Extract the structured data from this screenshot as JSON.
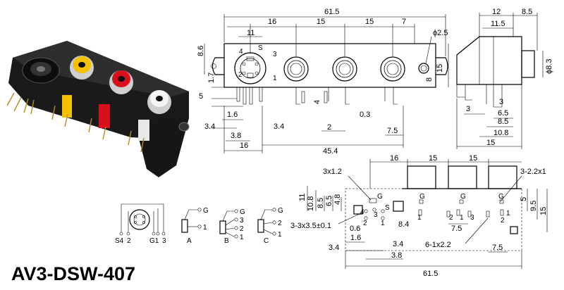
{
  "title": "AV3-DSW-407",
  "front": {
    "overall": "61.5",
    "s1": "16",
    "s2": "15",
    "s3": "15",
    "s4": "7",
    "pin_left": "11",
    "hole": "ϕ2.5",
    "h_left": "8.6",
    "h_pin": "1.7",
    "h_body": "5",
    "h_right": "15",
    "h_right2": "8",
    "pin_labels": [
      "4",
      "S",
      "3",
      "2",
      "1"
    ],
    "b1": "1.6",
    "b2": "3.4",
    "b3": "3.4",
    "b4": "3.8",
    "b5": "16",
    "b6": "4",
    "b7": "2",
    "b8": "0.3",
    "b9": "7.5",
    "b10": "45.4"
  },
  "side": {
    "t1": "12",
    "t2": "8.5",
    "t3": "11.5",
    "d1": "ϕ8.3",
    "r1": "3",
    "r2": "3",
    "r3": "6.5",
    "r4": "8.5",
    "r5": "10.8",
    "r6": "15"
  },
  "pcb": {
    "top1": "16",
    "top2": "15",
    "top3": "15",
    "sq": "3x1.2",
    "holes_r": "3-2.2x1",
    "left1": "11",
    "left2": "10.8",
    "left3": "8.5",
    "left4": "6.5",
    "left5": "4.8",
    "right1": "5",
    "right2": "9.5",
    "right3": "15",
    "G": "G",
    "pins": [
      "4",
      "3",
      "S",
      "2",
      "1"
    ],
    "pin_bottom": [
      "1",
      "2",
      "1",
      "3",
      "2",
      "1"
    ],
    "slot": "3-3x3.5±0.1",
    "v06": "0.6",
    "v84": "8.4",
    "v75": "7.5",
    "v16": "1.6",
    "v34a": "3.4",
    "v34b": "3.4",
    "v38": "3.8",
    "oval": "6-1x2.2",
    "v75b": "7.5",
    "overall": "61.5"
  },
  "schematic": {
    "sv_left": [
      "S4",
      "2"
    ],
    "sv_right": [
      "G1",
      "3"
    ],
    "A": "A",
    "B": "B",
    "C": "C",
    "A_pins": [
      "G",
      "1"
    ],
    "B_pins": [
      "G",
      "3",
      "2",
      "1"
    ],
    "C_pins": [
      "G",
      "2",
      "1"
    ]
  }
}
